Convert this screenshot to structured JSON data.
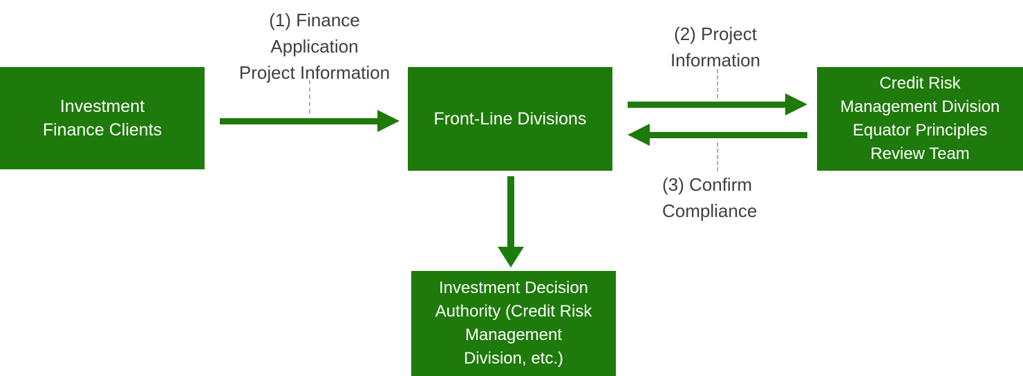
{
  "title": "Equator Principles finance review flow",
  "colors": {
    "green": "#1e7a0a",
    "label_text": "#3f3f3f",
    "box_text": "#ffffff",
    "dash": "#b0b0b0"
  },
  "nodes": {
    "clients": {
      "label": "Investment\nFinance Clients"
    },
    "frontline": {
      "label": "Front-Line Divisions"
    },
    "credit_risk": {
      "label": "Credit Risk\nManagement Division\nEquator Principles\nReview Team"
    },
    "decision_authority": {
      "label": "Investment Decision\nAuthority (Credit Risk\nManagement\nDivision, etc.)"
    }
  },
  "flow_labels": {
    "step1": "(1) Finance\nApplication\nProject Information",
    "step2": "(2) Project\nInformation",
    "step3": "(3) Confirm\nCompliance"
  }
}
